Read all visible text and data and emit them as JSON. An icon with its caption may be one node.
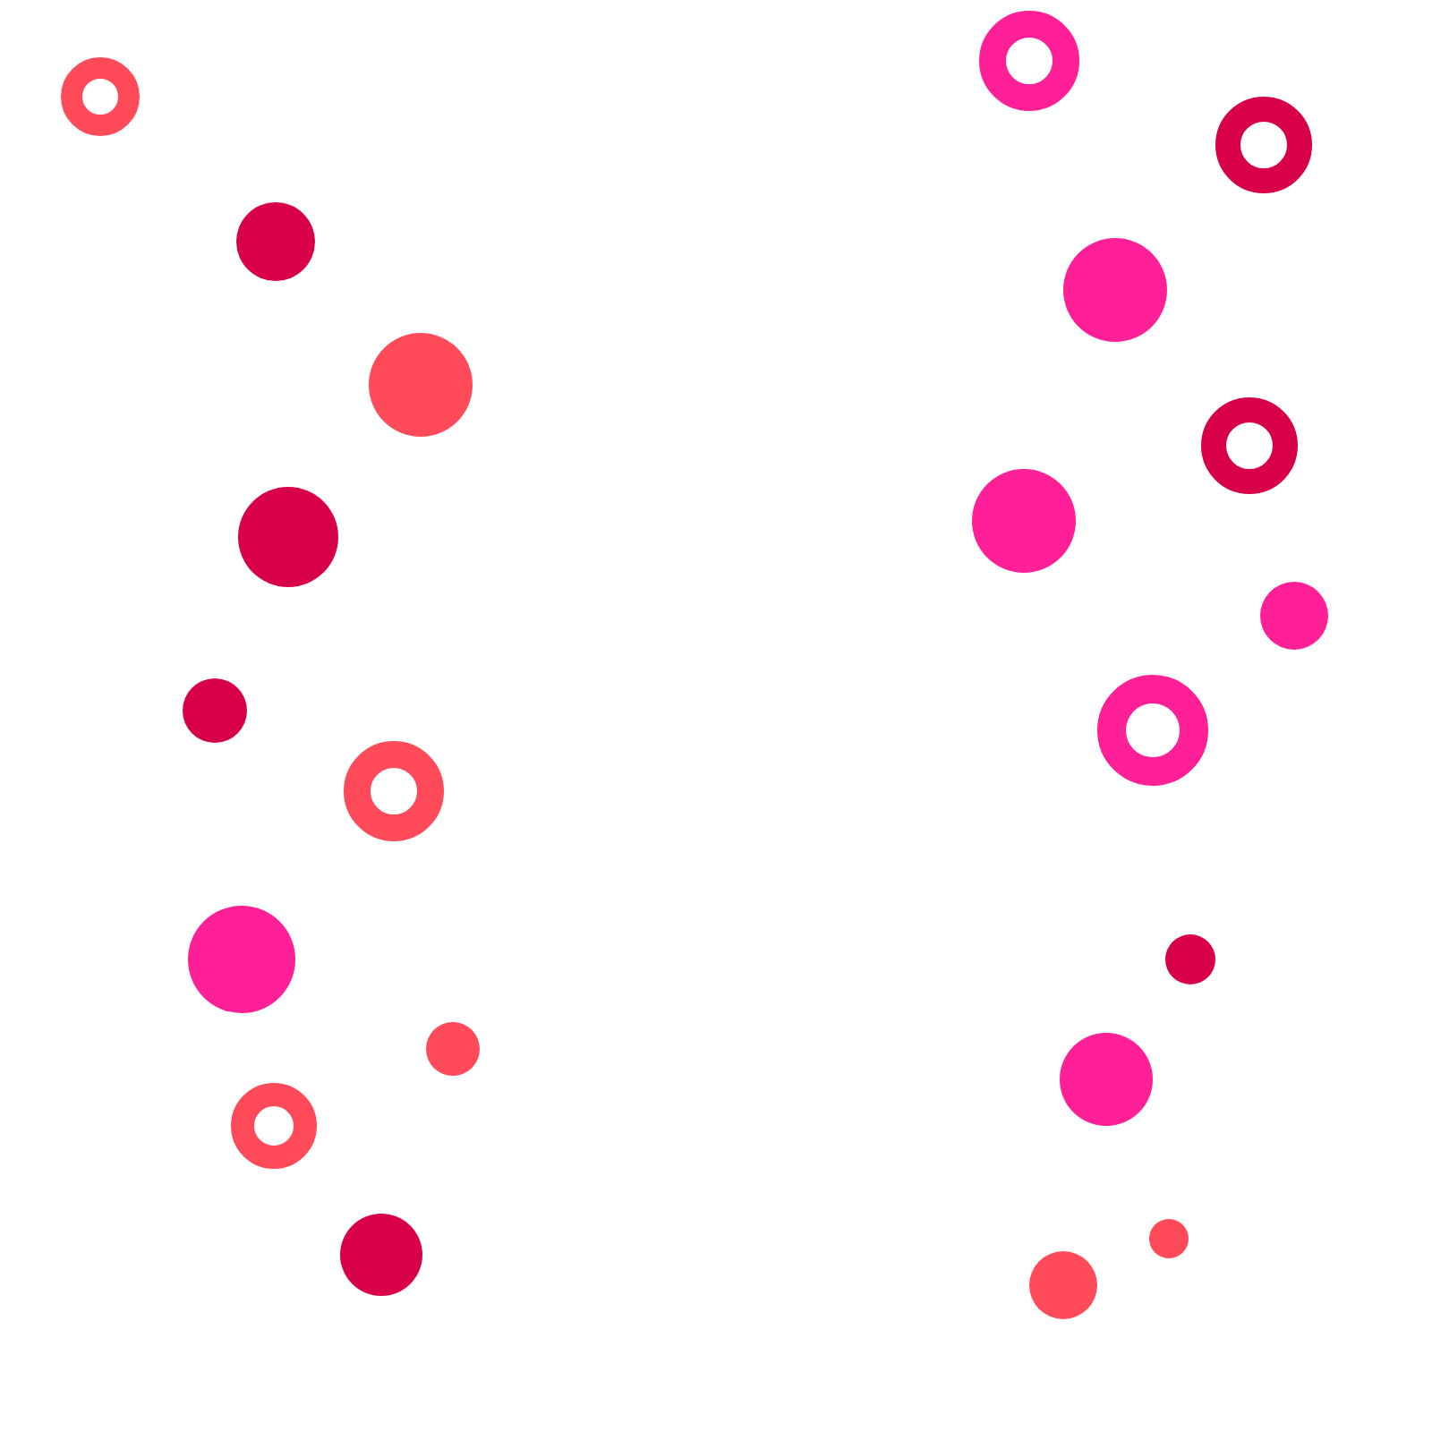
{
  "diagram": {
    "nodes": [
      {
        "text": [],
        "shape": "ring"
      },
      {
        "text": [],
        "shape": "circle"
      },
      {
        "text": [],
        "shape": "circle"
      },
      {
        "text": [],
        "shape": "circle"
      },
      {
        "text": [],
        "shape": "circle"
      },
      {
        "text": [],
        "shape": "ring"
      },
      {
        "text": [],
        "shape": "circle"
      },
      {
        "text": [],
        "shape": "circle"
      },
      {
        "text": [],
        "shape": "ring"
      },
      {
        "text": [],
        "shape": "circle"
      },
      {
        "text": [],
        "shape": "ring"
      },
      {
        "text": [],
        "shape": "ring"
      },
      {
        "text": [],
        "shape": "circle"
      },
      {
        "text": [],
        "shape": "ring"
      },
      {
        "text": [],
        "shape": "circle"
      },
      {
        "text": [],
        "shape": "circle"
      },
      {
        "text": [],
        "shape": "ring"
      },
      {
        "text": [],
        "shape": "circle"
      },
      {
        "text": [],
        "shape": "circle"
      },
      {
        "text": [],
        "shape": "circle"
      },
      {
        "text": [],
        "shape": "circle"
      }
    ]
  }
}
